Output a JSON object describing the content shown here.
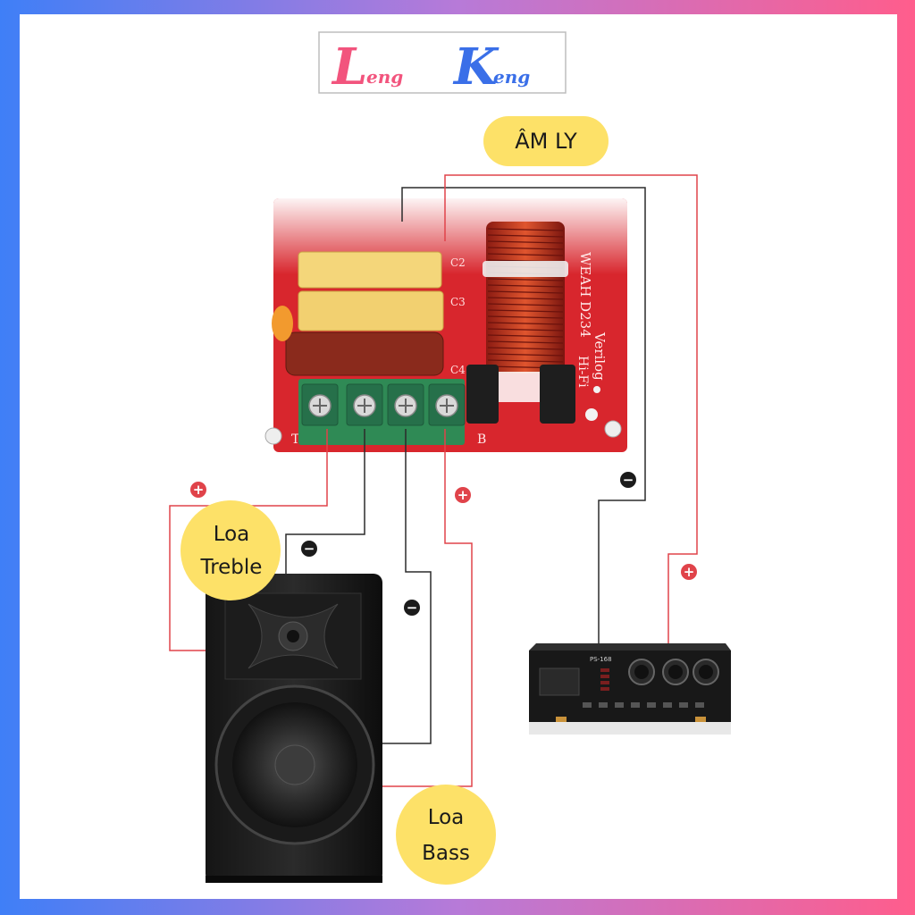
{
  "brand": {
    "initial1": "L",
    "rest1": "eng",
    "initial2": "K",
    "rest2": "eng"
  },
  "labels": {
    "amplifier": "ÂM LY",
    "treble_line1": "Loa",
    "treble_line2": "Treble",
    "bass_line1": "Loa",
    "bass_line2": "Bass"
  },
  "board": {
    "model": "WEAH D234",
    "brand": "Verilog",
    "hifi": "Hi-Fi",
    "mark_t": "T",
    "mark_b": "B",
    "c2": "C2",
    "c3": "C3",
    "c4": "C4"
  },
  "amp": {
    "model": "PS-168"
  },
  "polarity": {
    "plus": "+",
    "minus": "−"
  },
  "colors": {
    "border_left": "#3f7ff7",
    "border_right": "#ff5d8c",
    "brand_l": "#f2547d",
    "brand_k": "#3a6fe8",
    "label_bubble": "#fde168",
    "wire_pos": "#e0434a",
    "wire_neg": "#2b2b2b",
    "board": "#d8262d",
    "terminal": "#2f8a55"
  }
}
